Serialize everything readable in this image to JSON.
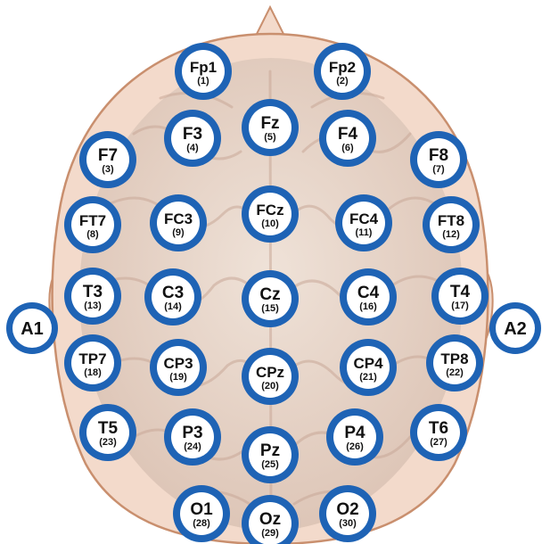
{
  "colors": {
    "ring": "#1E63B5",
    "electrode_fill": "#ffffff",
    "scalp": "#F3DACB",
    "scalp_outline": "#C98F6E",
    "brain": "#E8D5C8",
    "gyri": "#C9A898",
    "ear_fill": "#1E63B5"
  },
  "electrodes": [
    {
      "label": "Fp1",
      "num": "(1)"
    },
    {
      "label": "Fp2",
      "num": "(2)"
    },
    {
      "label": "F7",
      "num": "(3)"
    },
    {
      "label": "F3",
      "num": "(4)"
    },
    {
      "label": "Fz",
      "num": "(5)"
    },
    {
      "label": "F4",
      "num": "(6)"
    },
    {
      "label": "F8",
      "num": "(7)"
    },
    {
      "label": "FT7",
      "num": "(8)"
    },
    {
      "label": "FC3",
      "num": "(9)"
    },
    {
      "label": "FCz",
      "num": "(10)"
    },
    {
      "label": "FC4",
      "num": "(11)"
    },
    {
      "label": "FT8",
      "num": "(12)"
    },
    {
      "label": "T3",
      "num": "(13)"
    },
    {
      "label": "C3",
      "num": "(14)"
    },
    {
      "label": "Cz",
      "num": "(15)"
    },
    {
      "label": "C4",
      "num": "(16)"
    },
    {
      "label": "T4",
      "num": "(17)"
    },
    {
      "label": "TP7",
      "num": "(18)"
    },
    {
      "label": "CP3",
      "num": "(19)"
    },
    {
      "label": "CPz",
      "num": "(20)"
    },
    {
      "label": "CP4",
      "num": "(21)"
    },
    {
      "label": "TP8",
      "num": "(22)"
    },
    {
      "label": "T5",
      "num": "(23)"
    },
    {
      "label": "P3",
      "num": "(24)"
    },
    {
      "label": "Pz",
      "num": "(25)"
    },
    {
      "label": "P4",
      "num": "(26)"
    },
    {
      "label": "T6",
      "num": "(27)"
    },
    {
      "label": "O1",
      "num": "(28)"
    },
    {
      "label": "Oz",
      "num": "(29)"
    },
    {
      "label": "O2",
      "num": "(30)"
    }
  ],
  "reference_electrodes": [
    {
      "label": "A1"
    },
    {
      "label": "A2"
    }
  ]
}
